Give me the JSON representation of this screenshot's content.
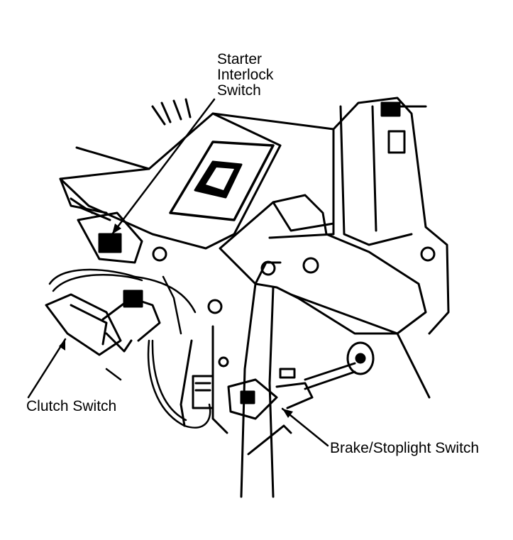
{
  "labels": {
    "starter_interlock_switch": [
      "Starter",
      "Interlock",
      "Switch"
    ],
    "clutch_switch": "Clutch Switch",
    "brake_stoplight_switch": "Brake/Stoplight Switch"
  },
  "colors": {
    "ink": "#000000",
    "paper": "#ffffff"
  }
}
